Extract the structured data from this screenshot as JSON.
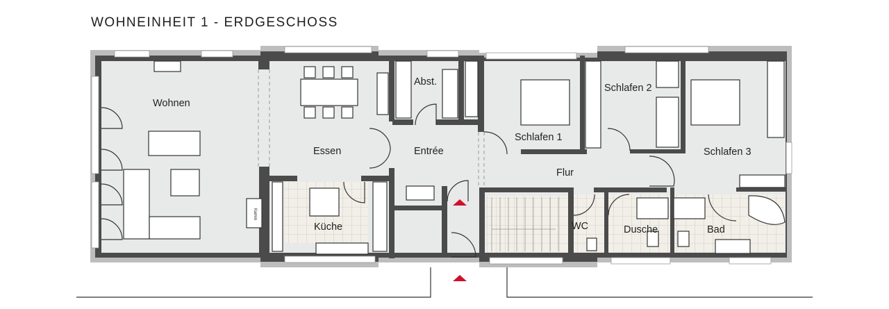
{
  "title": "WOHNEINHEIT 1 - ERDGESCHOSS",
  "rooms": {
    "wohnen": "Wohnen",
    "essen": "Essen",
    "entree": "Entrée",
    "abst": "Abst.",
    "kueche": "Küche",
    "schlafen1": "Schlafen 1",
    "schlafen2": "Schlafen 2",
    "schlafen3": "Schlafen 3",
    "flur": "Flur",
    "wc": "WC",
    "dusche": "Dusche",
    "bad": "Bad"
  },
  "fixtures": {
    "kamin": "Kamin"
  },
  "colors": {
    "entrance_marker": "#d0112b",
    "wall": "#4b4b4b",
    "floor": "#e8e9e9"
  }
}
